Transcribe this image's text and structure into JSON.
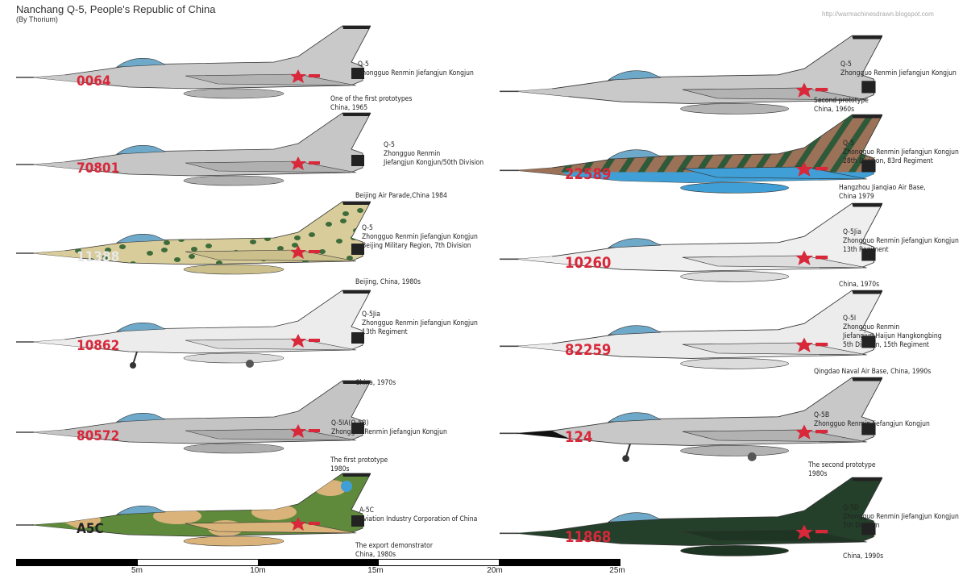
{
  "header": {
    "title": "Nanchang Q-5, People's Republic of China",
    "byline": "(By Thorium)",
    "url": "http://warmachinesdrawn.blogspot.com"
  },
  "aircraft": [
    {
      "serial": "0064",
      "body": "#c9c9c9",
      "wing": "#b3b3b3",
      "serial_color": "#d8283a",
      "pattern": "none",
      "gear": false,
      "nose": "#c9c9c9",
      "captions": [
        {
          "lines": [
            "Q-5",
            "Zhongguo Renmin Jiefangjun Kongjun"
          ]
        },
        {
          "lines": [
            "One of the first prototypes",
            "China, 1965"
          ]
        }
      ]
    },
    {
      "serial": "70801",
      "body": "#c6c6c6",
      "wing": "#b0b0b0",
      "serial_color": "#d8283a",
      "pattern": "none",
      "gear": false,
      "nose": "#c6c6c6",
      "captions": [
        {
          "lines": [
            "Q-5",
            "Zhongguo Renmin",
            "Jiefangjun Kongjun/50th Division"
          ]
        }
      ]
    },
    {
      "serial": "11388",
      "body": "#d8cc9a",
      "wing": "#cbbf8c",
      "serial_color": "#e8e8e8",
      "pattern": "spots",
      "gear": false,
      "nose": "#d8cc9a",
      "captions": [
        {
          "lines": [
            "Beijing Air Parade,China 1984"
          ]
        },
        {
          "lines": [
            "Q-5",
            "Zhongguo Renmin Jiefangjun Kongjun",
            "Beijing Military Region, 7th Division"
          ]
        }
      ]
    },
    {
      "serial": "10862",
      "body": "#ececec",
      "wing": "#dcdcdc",
      "serial_color": "#d8283a",
      "pattern": "none",
      "gear": true,
      "nose": "#ececec",
      "captions": [
        {
          "lines": [
            "Beijing, China, 1980s"
          ]
        },
        {
          "lines": [
            "Q-5Jia",
            "Zhongguo Renmin Jiefangjun Kongjun",
            "13th Regiment"
          ]
        }
      ]
    },
    {
      "serial": "80572",
      "body": "#c4c4c4",
      "wing": "#adadad",
      "serial_color": "#d8283a",
      "pattern": "none",
      "gear": false,
      "nose": "#c4c4c4",
      "captions": [
        {
          "lines": [
            "China, 1970s"
          ]
        },
        {
          "lines": [
            "Q-5IA(Q-5B)",
            "Zhongguo Renmin Jiefangjun Kongjun"
          ]
        }
      ]
    },
    {
      "serial": "A5C",
      "body": "#5f8a3c",
      "wing": "#d9b37a",
      "serial_color": "#222222",
      "pattern": "camo",
      "gear": false,
      "nose": "#5f8a3c",
      "captions": [
        {
          "lines": [
            "The first prototype",
            "1980s"
          ]
        },
        {
          "lines": [
            "A-5C",
            "Aviation Industry Corporation of China"
          ]
        },
        {
          "lines": [
            "The export demonstrator",
            "China, 1980s"
          ]
        }
      ]
    },
    {
      "serial": "",
      "body": "#c9c9c9",
      "wing": "#b3b3b3",
      "serial_color": "#d8283a",
      "pattern": "none",
      "gear": false,
      "nose": "#c9c9c9",
      "captions": [
        {
          "lines": [
            "Q-5",
            "Zhongguo Renmin Jiefangjun Kongjun"
          ]
        },
        {
          "lines": [
            "Second prototype",
            "China, 1960s"
          ]
        }
      ]
    },
    {
      "serial": "22589",
      "body": "#9b7258",
      "wing": "#3f9fd6",
      "serial_color": "#d8283a",
      "pattern": "stripes",
      "gear": false,
      "nose": "#9b7258",
      "captions": [
        {
          "lines": [
            "Q-5",
            "Zhongguo Renmin Jiefangjun Kongjun",
            "28th Division, 83rd Regiment"
          ]
        }
      ]
    },
    {
      "serial": "10260",
      "body": "#efefef",
      "wing": "#dedede",
      "serial_color": "#d8283a",
      "pattern": "none",
      "gear": false,
      "nose": "#efefef",
      "captions": [
        {
          "lines": [
            "Hangzhou Jianqiao Air Base,",
            "China 1979"
          ]
        },
        {
          "lines": [
            "Q-5Jia",
            "Zhongguo Renmin Jiefangjun Kongjun",
            "13th Regiment"
          ]
        }
      ]
    },
    {
      "serial": "82259",
      "body": "#ececec",
      "wing": "#dcdcdc",
      "serial_color": "#d8283a",
      "pattern": "none",
      "gear": false,
      "nose": "#ececec",
      "captions": [
        {
          "lines": [
            "China, 1970s"
          ]
        },
        {
          "lines": [
            "Q-5I",
            "Zhongguo Renmin",
            "Jiefangjun Haijun Hangkongbing",
            "5th Division, 15th Regiment"
          ]
        }
      ]
    },
    {
      "serial": "124",
      "body": "#c8c8c8",
      "wing": "#b2b2b2",
      "serial_color": "#d8283a",
      "pattern": "none",
      "gear": true,
      "nose": "#111111",
      "captions": [
        {
          "lines": [
            "Qingdao Naval Air Base, China, 1990s"
          ]
        },
        {
          "lines": [
            "Q-5B",
            "Zhongguo Renmin Jiefangjun Kongjun"
          ]
        }
      ]
    },
    {
      "serial": "11868",
      "body": "#24402a",
      "wing": "#1d3522",
      "serial_color": "#d8283a",
      "pattern": "none",
      "gear": false,
      "nose": "#24402a",
      "captions": [
        {
          "lines": [
            "The second prototype",
            "1980s"
          ]
        },
        {
          "lines": [
            "Q-5D",
            "Zhongguo Renmin Jiefangjun Kongjun",
            "5th Division"
          ]
        },
        {
          "lines": [
            "China, 1990s"
          ]
        }
      ]
    }
  ],
  "scale_bar": {
    "labels": [
      "5m",
      "10m",
      "15m",
      "20m",
      "25m"
    ]
  }
}
